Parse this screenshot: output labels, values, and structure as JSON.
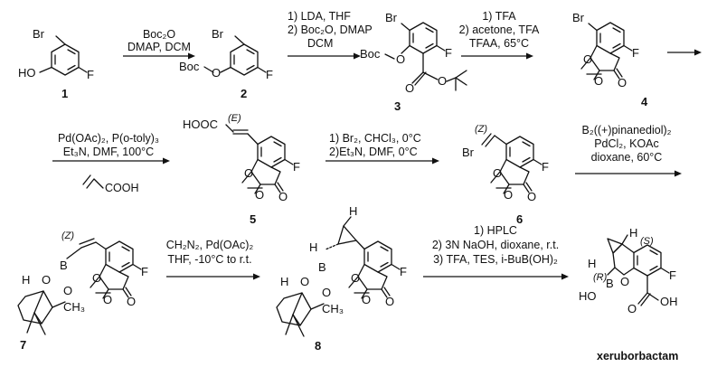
{
  "compounds": [
    {
      "id": "c1",
      "number": "1"
    },
    {
      "id": "c2",
      "number": "2"
    },
    {
      "id": "c3",
      "number": "3"
    },
    {
      "id": "c4",
      "number": "4"
    },
    {
      "id": "c5",
      "number": "5"
    },
    {
      "id": "c6",
      "number": "6"
    },
    {
      "id": "c7",
      "number": "7"
    },
    {
      "id": "c8",
      "number": "8"
    },
    {
      "id": "c9",
      "number": "xeruborbactam"
    }
  ],
  "steps": [
    {
      "above": [
        "Boc₂O",
        "DMAP, DCM"
      ],
      "below": []
    },
    {
      "above": [
        "1) LDA, THF",
        "2) Boc₂O, DMAP",
        "DCM"
      ],
      "below": []
    },
    {
      "above": [
        "1) TFA",
        "2) acetone, TFA",
        "TFAA, 65°C"
      ],
      "below": []
    },
    {
      "above": [],
      "below": []
    },
    {
      "above": [
        "Pd(OAc)₂, P(o-toly)₃",
        "Et₃N, DMF, 100°C"
      ],
      "below": [
        "COOH"
      ]
    },
    {
      "above": [
        "1) Br₂, CHCl₃, 0°C",
        "2)Et₃N, DMF, 0°C"
      ],
      "below": []
    },
    {
      "above": [
        "B₂((+)pinanediol)₂",
        "PdCl₂, KOAc",
        "dioxane, 60°C"
      ],
      "below": []
    },
    {
      "above": [
        "CH₂N₂, Pd(OAc)₂",
        "THF, -10°C to r.t."
      ],
      "below": []
    },
    {
      "above": [
        "1) HPLC",
        "2) 3N NaOH, dioxane, r.t.",
        "3) TFA, TES, i-BuB(OH)₂"
      ],
      "below": []
    }
  ],
  "atoms": {
    "br": "Br",
    "ho": "HO",
    "f": "F",
    "boc": "Boc",
    "o": "O",
    "hooc": "HOOC",
    "b": "B",
    "h": "H",
    "ch3": "CH₃",
    "oh": "OH"
  },
  "stereo": {
    "e": "(E)",
    "z": "(Z)",
    "s": "(S)",
    "r": "(R)"
  }
}
